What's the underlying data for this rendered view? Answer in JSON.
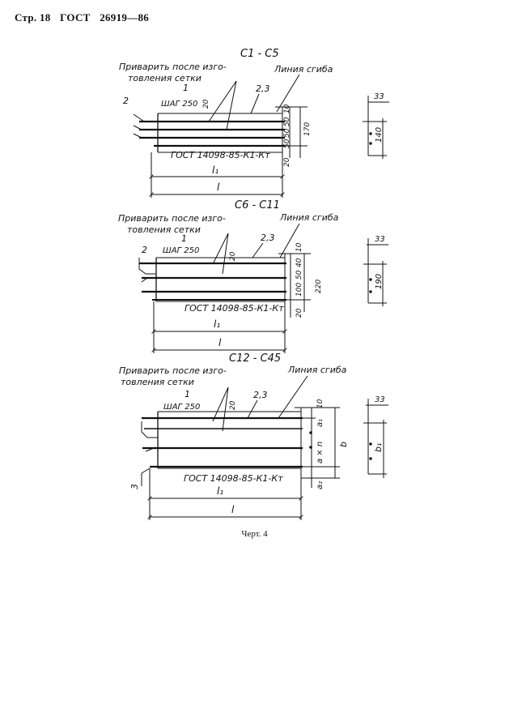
{
  "header": {
    "page": "Стр. 18",
    "gost": "ГОСТ",
    "doc_number": "26919—86"
  },
  "sections": [
    {
      "title": "С1 - С5",
      "note_line1": "Приварить после изго-",
      "note_line2": "товления сетки",
      "mark1": "1",
      "step": "ШАГ 250",
      "mark23": "2,3",
      "bend_line": "Линия сгиба",
      "gost_ref": "ГОСТ 14098-85-К1-Кт",
      "left_mark": "2",
      "dim_20a": "20",
      "dim_10": "10",
      "dim_50a": "50",
      "dim_50b": "50",
      "dim_50c": "50",
      "dim_total": "170",
      "dim_20b": "20",
      "dim_l1": "l₁",
      "dim_l": "l",
      "profile_top": "33",
      "profile_height": "140"
    },
    {
      "title": "С6 - С11",
      "note_line1": "Приварить после изго-",
      "note_line2": "товления сетки",
      "mark1": "1",
      "step": "ШАГ 250",
      "mark23": "2,3",
      "bend_line": "Линия сгиба",
      "gost_ref": "ГОСТ 14098-85-К1-Кт",
      "left_mark": "2",
      "dim_20a": "20",
      "dim_10": "10",
      "dim_40": "40",
      "dim_50": "50",
      "dim_100": "100",
      "dim_total": "220",
      "dim_20b": "20",
      "dim_l1": "l₁",
      "dim_l": "l",
      "profile_top": "33",
      "profile_height": "190"
    },
    {
      "title": "С12 - С45",
      "note_line1": "Приварить после изго-",
      "note_line2": "товления сетки",
      "mark1": "1",
      "step": "ШАГ 250",
      "mark23": "2,3",
      "bend_line": "Линия сгиба",
      "gost_ref": "ГОСТ 14098-85-К1-Кт",
      "left_mark": "3",
      "dim_20": "20",
      "dim_10": "10",
      "dim_a1": "a₁",
      "dim_axn": "a × n",
      "dim_b": "b",
      "dim_a2": "a₂",
      "dim_l1": "l₁",
      "dim_l": "l",
      "profile_top": "33",
      "profile_height": "b₁"
    }
  ],
  "caption": "Черт. 4"
}
